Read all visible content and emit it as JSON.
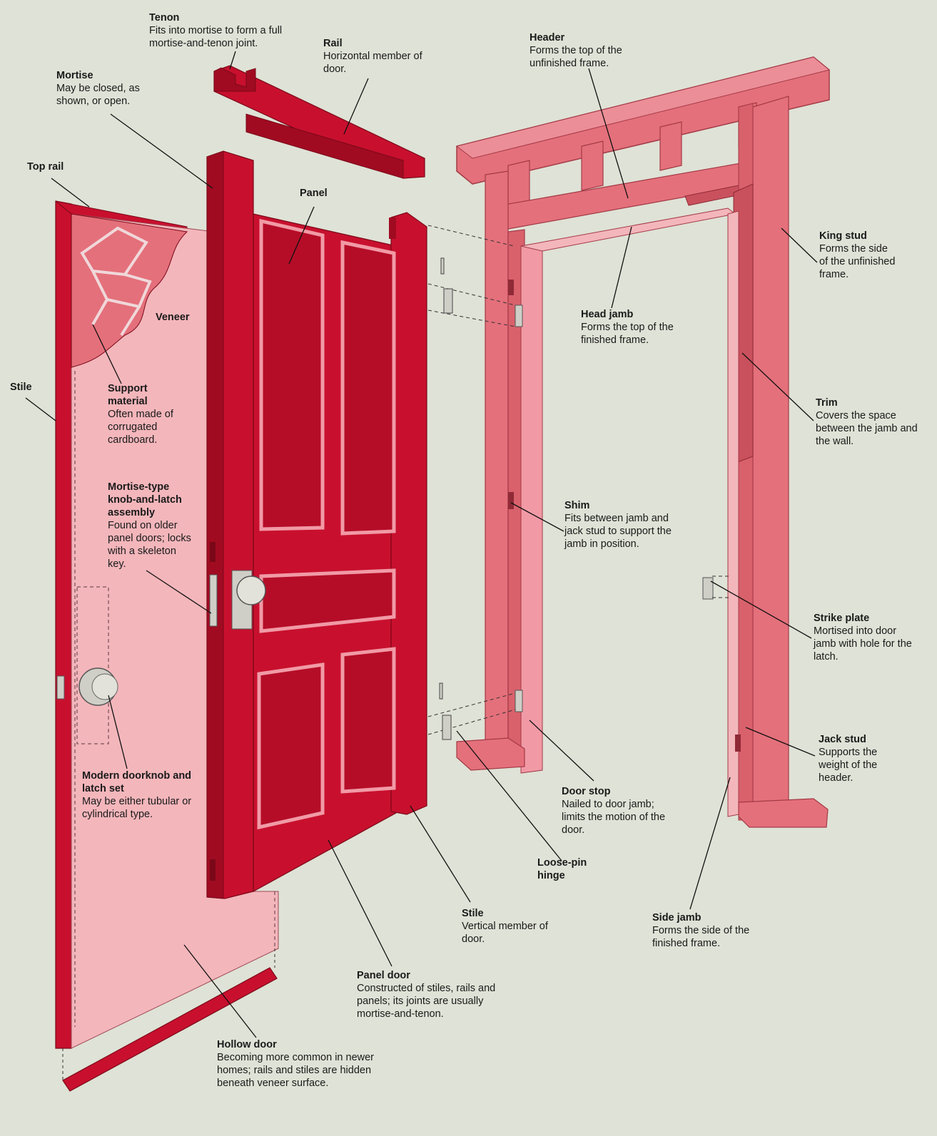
{
  "colors": {
    "background": "#dfe2d6",
    "door_red": "#c8102e",
    "door_dark": "#a00b22",
    "panel_pink": "#f19aa6",
    "frame_pink": "#e4707b",
    "frame_dark": "#c9515d",
    "veneer": "#f3b6bb",
    "hardware": "#bdbdb3"
  },
  "labels": {
    "tenon": {
      "title": "Tenon",
      "desc": "Fits into mortise to form a full mortise-and-tenon joint."
    },
    "rail": {
      "title": "Rail",
      "desc": "Horizontal member of door."
    },
    "mortise": {
      "title": "Mortise",
      "desc": "May be closed, as shown, or open."
    },
    "header": {
      "title": "Header",
      "desc": "Forms the top of the unfinished frame."
    },
    "top_rail": {
      "title": "Top rail"
    },
    "panel": {
      "title": "Panel"
    },
    "veneer": {
      "title": "Veneer"
    },
    "king_stud": {
      "title": "King stud",
      "desc": "Forms the side of the unfinished frame."
    },
    "head_jamb": {
      "title": "Head jamb",
      "desc": "Forms the top of the finished frame."
    },
    "stile_left": {
      "title": "Stile"
    },
    "support": {
      "title": "Support material",
      "desc": "Often made of corrugated cardboard."
    },
    "trim": {
      "title": "Trim",
      "desc": "Covers the space between the jamb and the wall."
    },
    "mortise_knob": {
      "title": "Mortise-type knob-and-latch assembly",
      "desc": "Found on older panel doors; locks with a skeleton key."
    },
    "shim": {
      "title": "Shim",
      "desc": "Fits between jamb and jack stud to support the jamb in position."
    },
    "strike": {
      "title": "Strike plate",
      "desc": "Mortised into door jamb with hole for the latch."
    },
    "modern_knob": {
      "title": "Modern doorknob and latch set",
      "desc": "May be either tubular or cylindrical type."
    },
    "jack_stud": {
      "title": "Jack stud",
      "desc": "Supports the weight of the header."
    },
    "door_stop": {
      "title": "Door stop",
      "desc": "Nailed to door jamb; limits the motion of the door."
    },
    "loose_pin": {
      "title": "Loose-pin hinge"
    },
    "stile_center": {
      "title": "Stile",
      "desc": "Vertical member of door."
    },
    "side_jamb": {
      "title": "Side jamb",
      "desc": "Forms the side of the finished frame."
    },
    "panel_door": {
      "title": "Panel door",
      "desc": "Constructed of stiles, rails and panels; its joints are usually mortise-and-tenon."
    },
    "hollow_door": {
      "title": "Hollow door",
      "desc": "Becoming more common in newer homes; rails and stiles are hidden beneath veneer surface."
    }
  }
}
